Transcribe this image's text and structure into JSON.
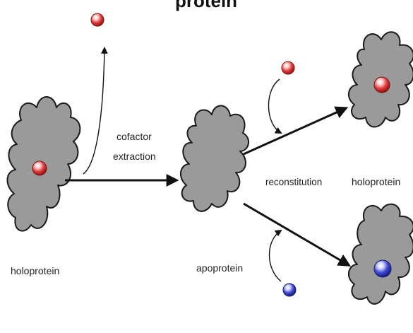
{
  "top_text_fragment": "protein",
  "labels": {
    "holoprotein_left": "holoprotein",
    "cofactor_extraction_line1": "cofactor",
    "cofactor_extraction_line2": "extraction",
    "apoprotein": "apoprotein",
    "reconstitution": "reconstitution",
    "holoprotein_right": "holoprotein"
  },
  "colors": {
    "protein_gray": "#9a9a9a",
    "cofactor_red": "#d63a3a",
    "cofactor_blue": "#3a3fc4",
    "outline": "#1a1a1a"
  }
}
